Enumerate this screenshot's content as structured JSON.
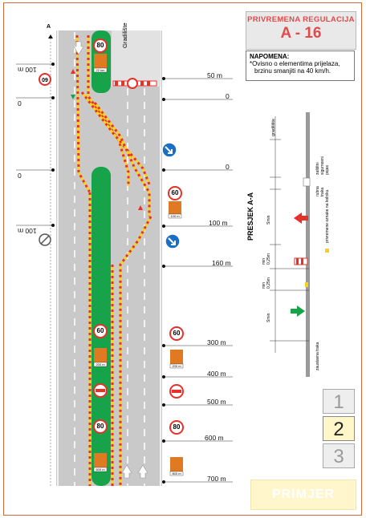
{
  "title": "PRIVREMENA REGULACIJA",
  "code": "A - 16",
  "note": {
    "title": "NAPOMENA:",
    "line1": "*Ovisno o elementima prijelaza,",
    "line2": "brzinu smanjiti na 40 km/h."
  },
  "worksite_label": "Gradilište",
  "section_label": "PRESJEK A-A",
  "section_marker": "A",
  "distances": [
    "50 m",
    "0",
    "0",
    "100 m",
    "160 m",
    "300 m",
    "400 m",
    "500 m",
    "600 m",
    "700 m"
  ],
  "left_distances": [
    "100 m",
    "0",
    "0",
    "100 m"
  ],
  "signs": {
    "speed_80": "80",
    "speed_60": "60",
    "plate_200": "200 m",
    "plate_100": "100 m",
    "plate_600": "600 m",
    "plate_800": "800 m",
    "plate_22km": "22 km"
  },
  "section_labels": {
    "gradiliste": "gradilište",
    "zastitni_pojas": "zaštitni\nsigurnosni\npojas",
    "rubna_traka": "rubna\ntraka",
    "privremene_oznake": "privremene oznake na kolniku",
    "zaustavna_traka": "zaustavna traka",
    "smin1": "Smin",
    "min1": "min\n0,25m",
    "min2": "min\n0,25m",
    "smin2": "Smin"
  },
  "selector": [
    "1",
    "2",
    "3"
  ],
  "example_label": "PRIMJER",
  "colors": {
    "accent": "#e24a4a",
    "median_green": "#17a34a",
    "road_gray": "#c8c8c8",
    "lane_line": "#ffffff",
    "border": "#d56a3a",
    "barrier_red": "#e8302a",
    "barrier_yellow": "#f7d21c"
  }
}
